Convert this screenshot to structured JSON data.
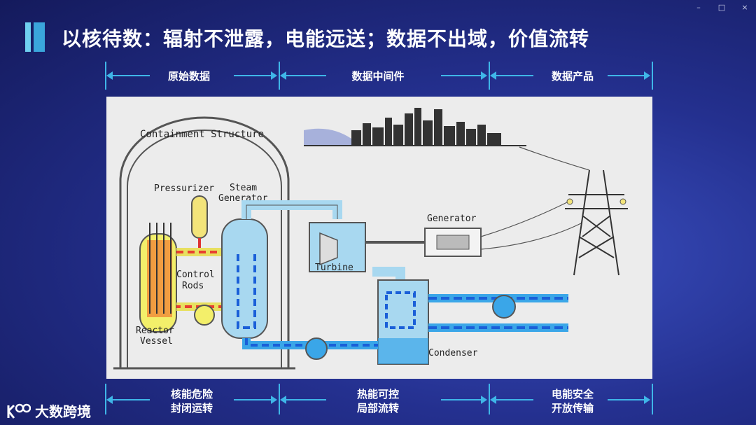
{
  "window": {
    "minimize_icon": "–",
    "maximize_icon": "□",
    "close_icon": "×"
  },
  "title": "以核待数：辐射不泄露，电能远送；数据不出域，价值流转",
  "segments_top": [
    "原始数据",
    "数据中间件",
    "数据产品"
  ],
  "segments_bottom": [
    {
      "line1": "核能危险",
      "line2": "封闭运转"
    },
    {
      "line1": "热能可控",
      "line2": "局部流转"
    },
    {
      "line1": "电能安全",
      "line2": "开放传输"
    }
  ],
  "diagram": {
    "containment": "Containment Structure",
    "pressurizer": "Pressurizer",
    "steam": "Steam",
    "generator_sg": "Generator",
    "control": "Control",
    "rods": "Rods",
    "reactor": "Reactor",
    "vessel": "Vessel",
    "turbine": "Turbine",
    "generator": "Generator",
    "condenser": "Condenser"
  },
  "logo": {
    "text": "大数跨境"
  },
  "colors": {
    "accent": "#3fb6e8",
    "hot": "#e84030",
    "cold": "#1a5fd8"
  }
}
